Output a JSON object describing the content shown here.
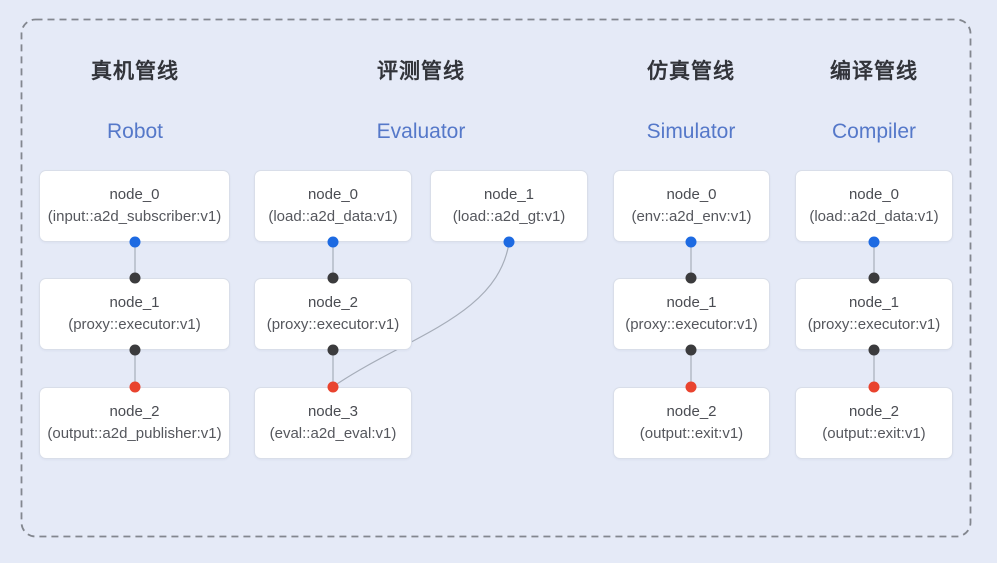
{
  "diagram": {
    "frame_style": "dashed-rounded",
    "background_color": "#e5eaf7",
    "frame_color": "#83878f"
  },
  "colors": {
    "blue": "#1d6ae2",
    "black": "#3b3b3d",
    "red": "#e9432e",
    "title_zh": "#32343a",
    "title_en": "#5578c9",
    "edge": "#a6adb9"
  },
  "pipelines": [
    {
      "id": "robot",
      "title_zh": "真机管线",
      "title_en": "Robot",
      "nodes": [
        {
          "name": "node_0",
          "type": "(input::a2d_subscriber:v1)"
        },
        {
          "name": "node_1",
          "type": "(proxy::executor:v1)"
        },
        {
          "name": "node_2",
          "type": "(output::a2d_publisher:v1)"
        }
      ]
    },
    {
      "id": "evaluator",
      "title_zh": "评测管线",
      "title_en": "Evaluator",
      "nodes": [
        {
          "name": "node_0",
          "type": "(load::a2d_data:v1)"
        },
        {
          "name": "node_1",
          "type": "(load::a2d_gt:v1)"
        },
        {
          "name": "node_2",
          "type": "(proxy::executor:v1)"
        },
        {
          "name": "node_3",
          "type": "(eval::a2d_eval:v1)"
        }
      ]
    },
    {
      "id": "simulator",
      "title_zh": "仿真管线",
      "title_en": "Simulator",
      "nodes": [
        {
          "name": "node_0",
          "type": "(env::a2d_env:v1)"
        },
        {
          "name": "node_1",
          "type": "(proxy::executor:v1)"
        },
        {
          "name": "node_2",
          "type": "(output::exit:v1)"
        }
      ]
    },
    {
      "id": "compiler",
      "title_zh": "编译管线",
      "title_en": "Compiler",
      "nodes": [
        {
          "name": "node_0",
          "type": "(load::a2d_data:v1)"
        },
        {
          "name": "node_1",
          "type": "(proxy::executor:v1)"
        },
        {
          "name": "node_2",
          "type": "(output::exit:v1)"
        }
      ]
    }
  ]
}
